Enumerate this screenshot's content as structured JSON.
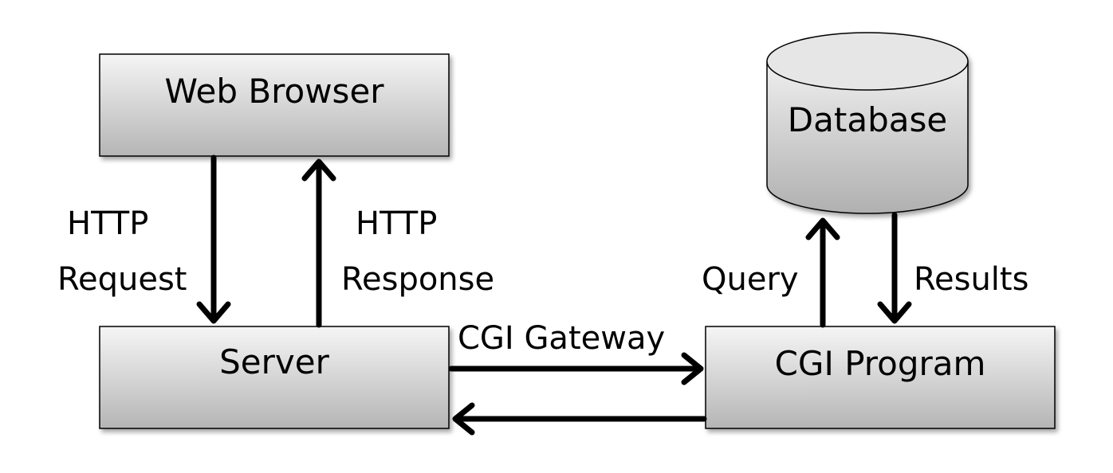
{
  "nodes": {
    "web_browser": "Web Browser",
    "server": "Server",
    "cgi_program": "CGI Program",
    "database": "Database"
  },
  "edges": {
    "http_request": {
      "line1": "HTTP",
      "line2": "Request"
    },
    "http_response": {
      "line1": "HTTP",
      "line2": "Response"
    },
    "cgi_gateway": "CGI Gateway",
    "query": "Query",
    "results": "Results"
  },
  "colors": {
    "box_fill_top": "#f2f2f2",
    "box_fill_bottom": "#b8b8b8",
    "stroke": "#000000"
  }
}
